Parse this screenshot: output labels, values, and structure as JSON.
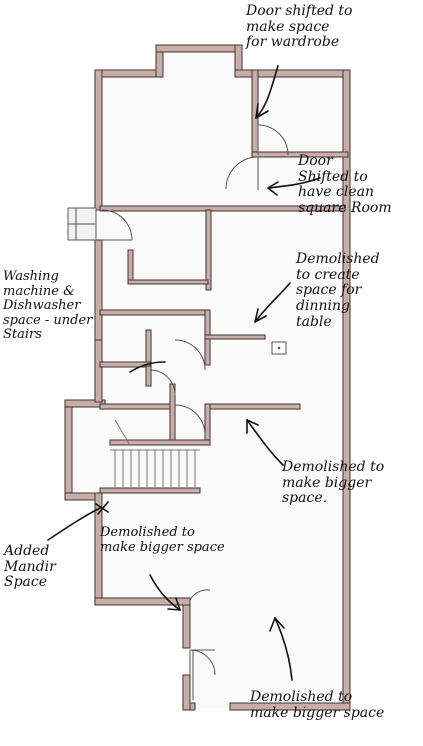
{
  "colors": {
    "wall_fill": "#c9aea8",
    "wall_stroke": "#3e3232",
    "floor": "#fafafa",
    "ink": "#111111"
  },
  "annotations": [
    {
      "id": "door-wardrobe",
      "text": "Door shifted to\nmake space\nfor wardrobe"
    },
    {
      "id": "door-square-room",
      "text": "Door\nShifted to\nhave clean\nsquare Room"
    },
    {
      "id": "demolished-dining",
      "text": "Demolished\nto create\nspace for\ndinning\ntable"
    },
    {
      "id": "washing-machine",
      "text": "Washing\nmachine &\nDishwasher\nspace - under\nStairs"
    },
    {
      "id": "demolished-bigger-1",
      "text": "Demolished to\nmake bigger\nspace."
    },
    {
      "id": "added-mandir",
      "text": "Added\nMandir\nSpace"
    },
    {
      "id": "demolished-bigger-2",
      "text": "Demolished to\nmake bigger space"
    },
    {
      "id": "demolished-bigger-3",
      "text": "Demolished to\nmake bigger space"
    }
  ]
}
